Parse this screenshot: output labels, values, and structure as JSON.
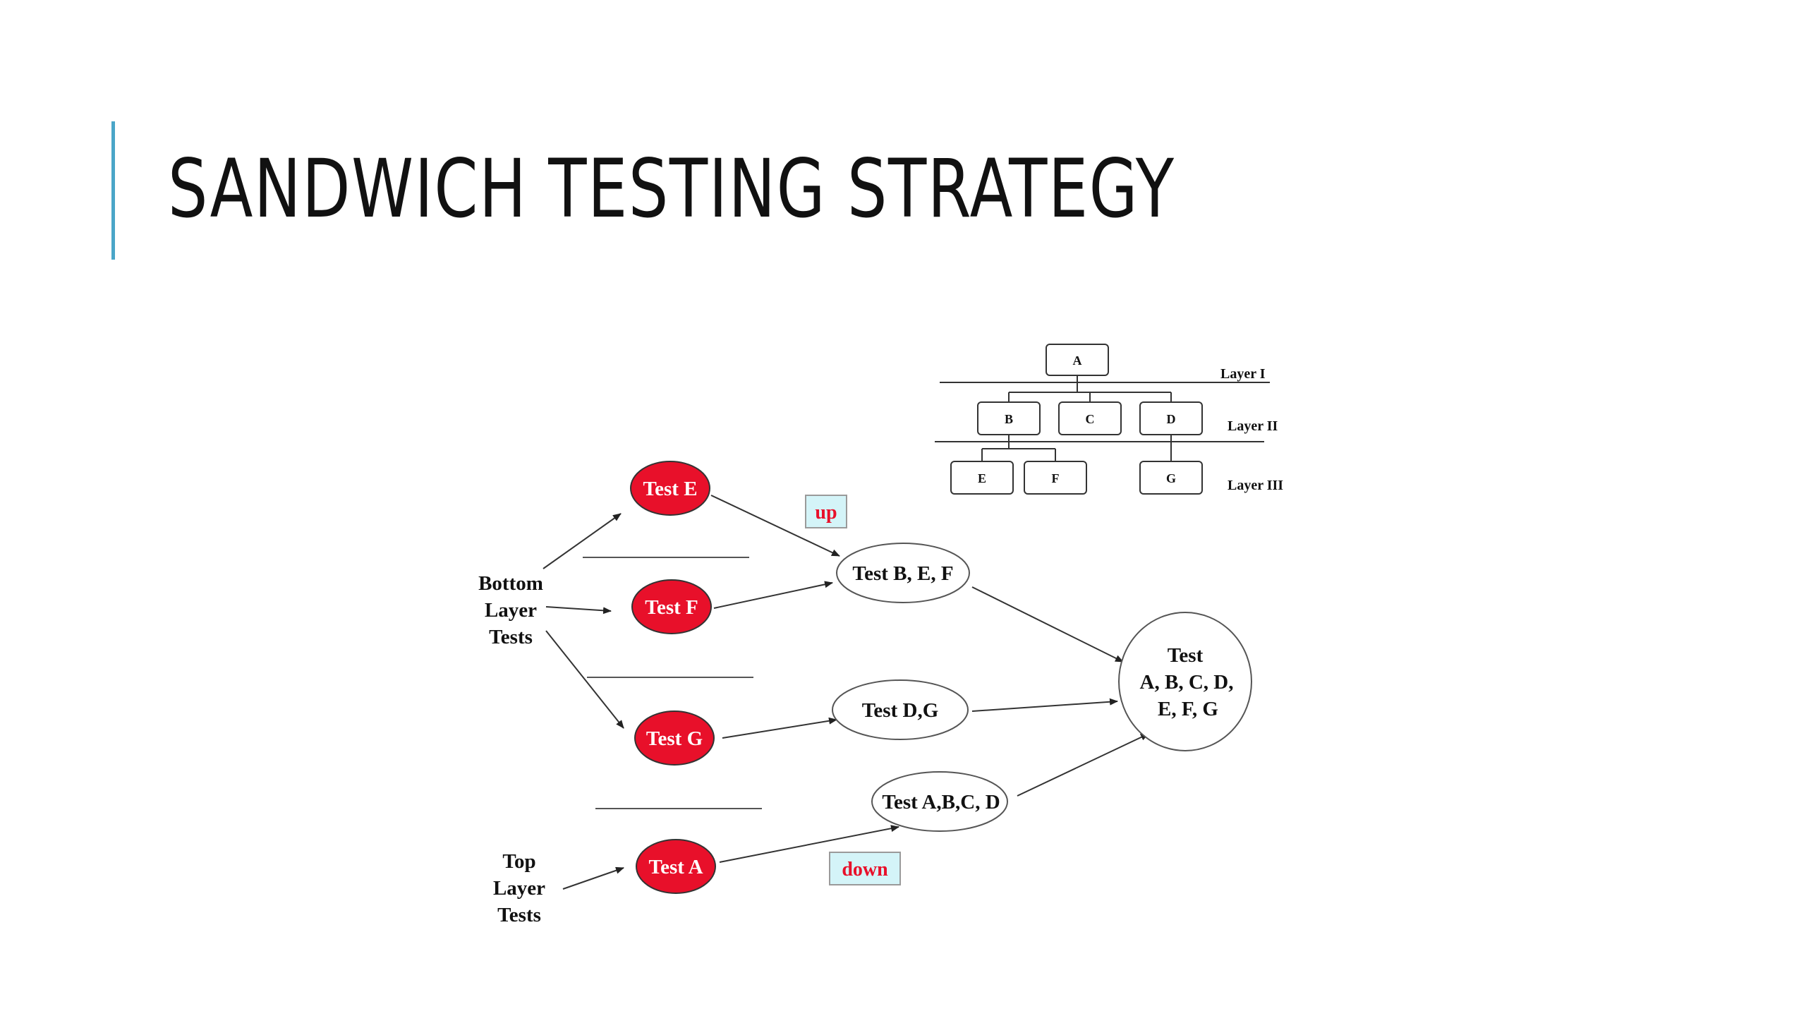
{
  "slide": {
    "title": "SANDWICH TESTING STRATEGY"
  },
  "colors": {
    "accent": "#4aa6c8",
    "test_node_fill": "#e8102a",
    "label_box_fill": "#d4f4f8",
    "label_text": "#e8102a"
  },
  "hierarchy": {
    "modules": {
      "a": "A",
      "b": "B",
      "c": "C",
      "d": "D",
      "e": "E",
      "f": "F",
      "g": "G"
    },
    "layers": {
      "layer1": "Layer I",
      "layer2": "Layer II",
      "layer3": "Layer III"
    }
  },
  "flow": {
    "bottom_label": [
      "Bottom",
      "Layer",
      "Tests"
    ],
    "top_label": [
      "Top",
      "Layer",
      "Tests"
    ],
    "test_e": "Test E",
    "test_f": "Test F",
    "test_g": "Test G",
    "test_a": "Test A",
    "test_bef": "Test B, E, F",
    "test_dg": "Test D,G",
    "test_abcd": "Test A,B,C, D",
    "test_all": [
      "Test",
      "A, B, C, D,",
      "E, F, G"
    ],
    "up_label": "up",
    "down_label": "down"
  }
}
